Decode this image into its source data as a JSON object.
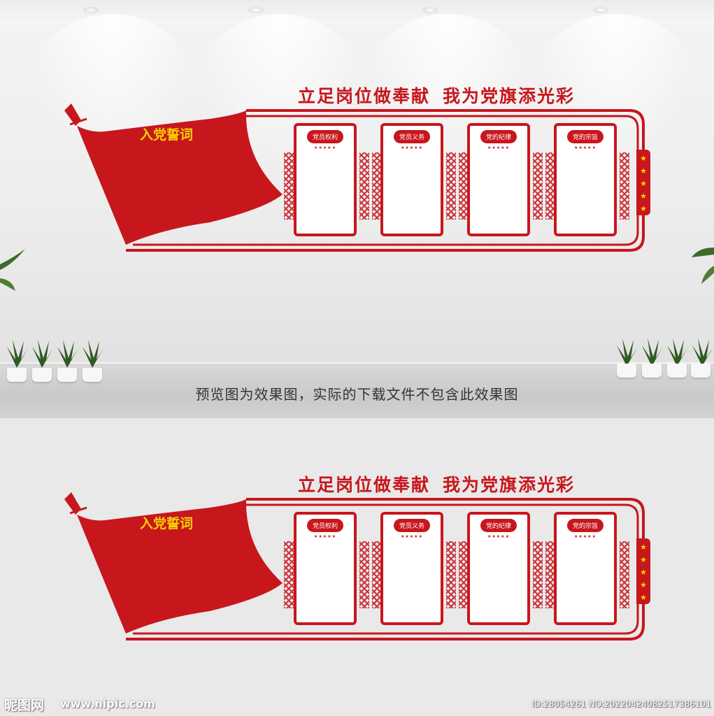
{
  "headline": "立足岗位做奉献",
  "headline2": "我为党旗添光彩",
  "flag_label": "入党誓词",
  "boards": [
    {
      "title": "党员权利",
      "stars": "★★★★★"
    },
    {
      "title": "党员义务",
      "stars": "★★★★★"
    },
    {
      "title": "党的纪律",
      "stars": "★★★★★"
    },
    {
      "title": "党的宗旨",
      "stars": "★★★★★"
    }
  ],
  "side_stars": "★ ★ ★ ★ ★",
  "preview_notice": "预览图为效果图，实际的下载文件不包含此效果图",
  "footer": {
    "logo": "昵图网",
    "site": "www.nipic.com",
    "id": "ID:28054261 NO:20220424082517386101"
  },
  "colors": {
    "primary_red": "#c8161d",
    "gold": "#f5d200"
  }
}
